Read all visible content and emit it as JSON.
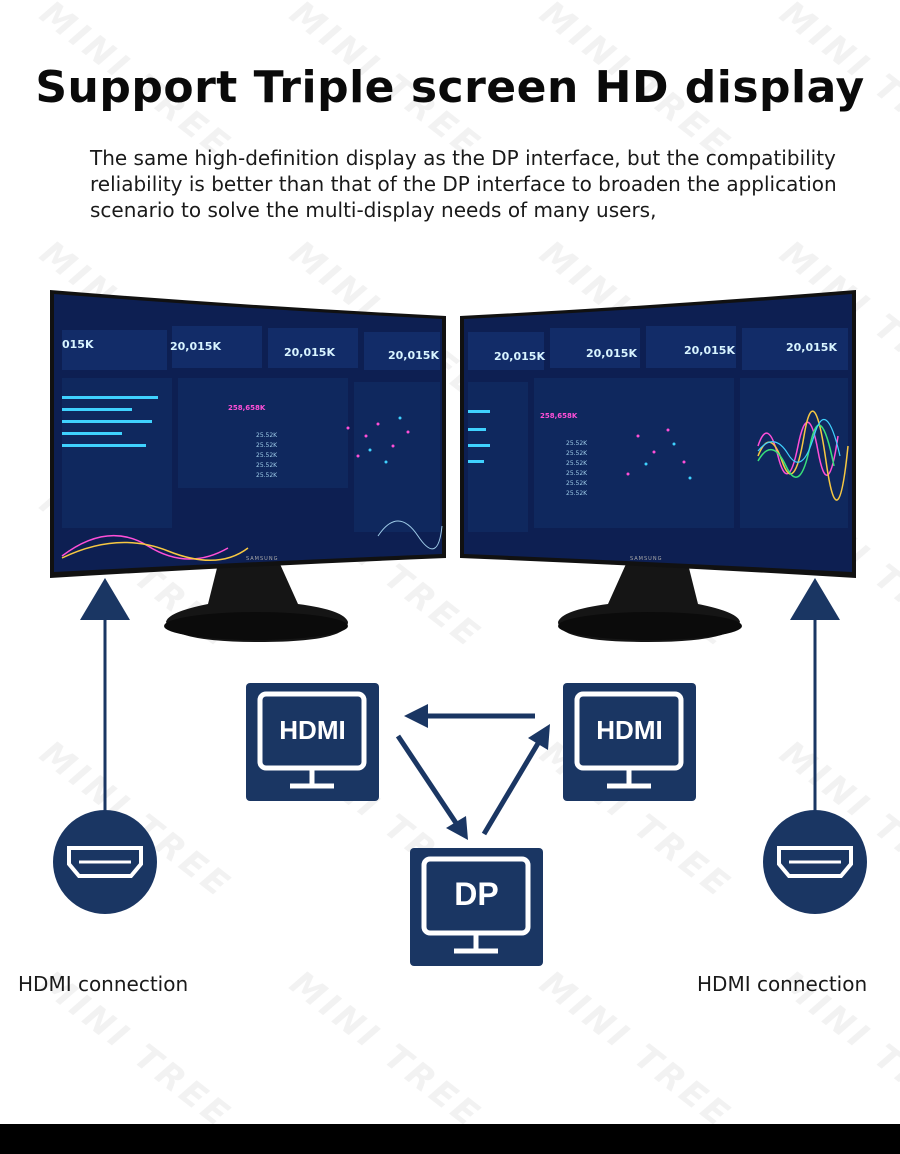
{
  "title": "Support Triple screen HD display",
  "description": "The same high-definition display as the DP interface, but the compatibility reliability is better than that of the DP interface to broaden the application scenario to solve the multi-display needs of many users,",
  "watermark": "MINI TREE",
  "monitor_left": {
    "brand": "SAMSUNG",
    "stats": [
      "015K",
      "20,015K",
      "20,015K",
      "20,015K"
    ],
    "highlight": "258,658K",
    "rows": [
      "25.52K",
      "25.52K",
      "25.52K",
      "25.52K",
      "25.52K"
    ]
  },
  "monitor_right": {
    "brand": "SAMSUNG",
    "stats": [
      "20,015K",
      "20,015K",
      "20,015K",
      "20,015K"
    ],
    "highlight": "258,658K",
    "rows": [
      "25.52K",
      "25.52K",
      "25.52K",
      "25.52K",
      "25.52K",
      "25.52K"
    ]
  },
  "ports": {
    "left": "HDMI",
    "right": "HDMI",
    "center": "DP"
  },
  "connections": {
    "left_label": "HDMI connection",
    "right_label": "HDMI connection"
  },
  "colors": {
    "navy": "#1a3663",
    "screen": "#0d1f52"
  }
}
